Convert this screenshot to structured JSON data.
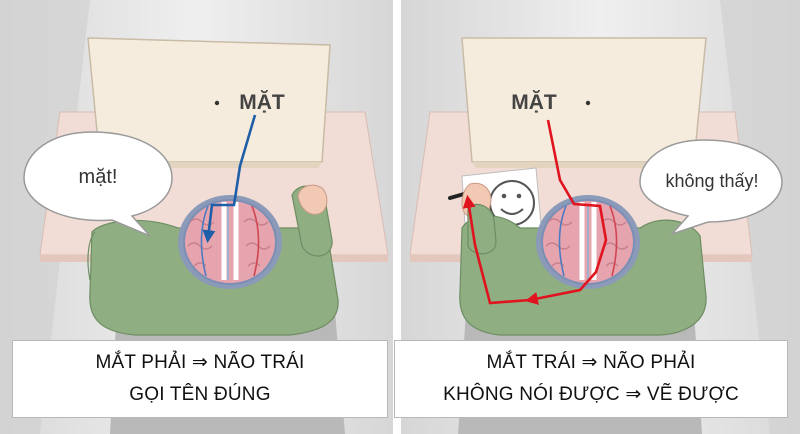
{
  "left_panel": {
    "screen_word": "MẶT",
    "speech": "mặt!",
    "caption_line1": "MẮT PHẢI ⇒ NÃO TRÁI",
    "caption_line2": "GỌI TÊN ĐÚNG",
    "path_color": "#1f5fa8"
  },
  "right_panel": {
    "screen_word": "MẶT",
    "speech": "không thấy!",
    "caption_line1": "MẮT TRÁI ⇒ NÃO PHẢI",
    "caption_line2": "KHÔNG NÓI ĐƯỢC ⇒ VẼ ĐƯỢC",
    "path_color": "#e0141e"
  },
  "colors": {
    "brain_pink": "#e6a4ae",
    "brain_outline": "#7b8fb5",
    "shirt_green": "#8fae82",
    "screen_fill": "#f6ecdd",
    "desk_fill": "#f1ddd6"
  }
}
